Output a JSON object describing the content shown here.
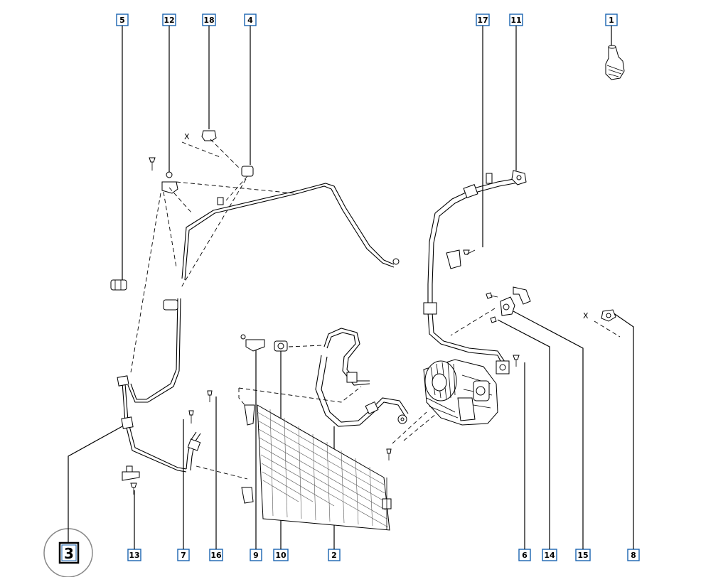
{
  "callouts": {
    "c1": "1",
    "c2": "2",
    "c4": "4",
    "c5": "5",
    "c6": "6",
    "c7": "7",
    "c8": "8",
    "c9": "9",
    "c10": "10",
    "c11": "11",
    "c12": "12",
    "c13": "13",
    "c14": "14",
    "c15": "15",
    "c16": "16",
    "c17": "17",
    "c18": "18"
  },
  "assembly_label": "3",
  "x_marks": {
    "left": "X",
    "right": "X"
  }
}
